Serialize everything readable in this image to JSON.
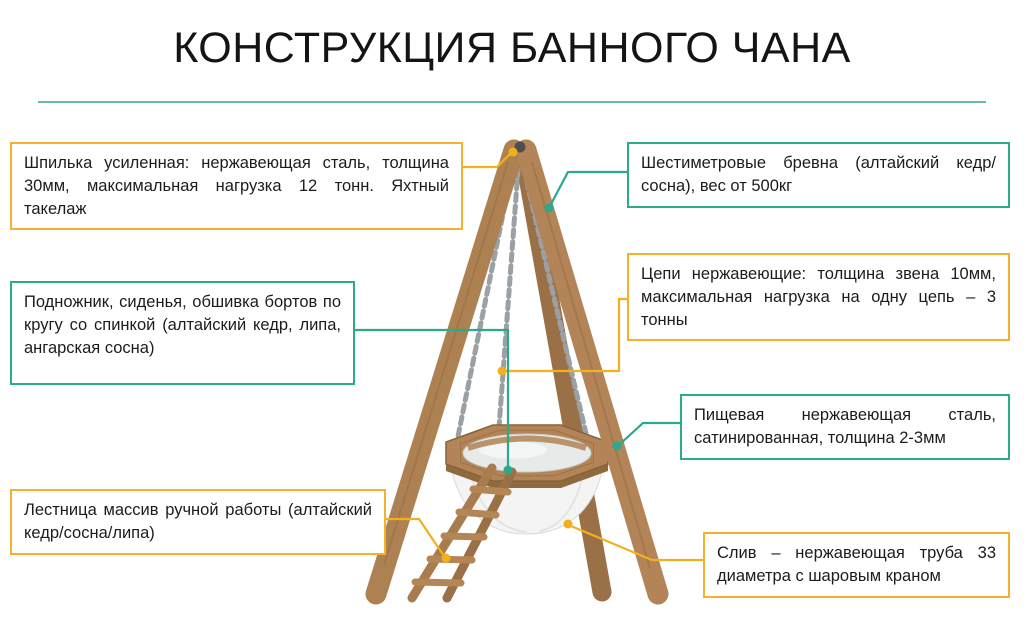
{
  "title": "КОНСТРУКЦИЯ БАННОГО ЧАНА",
  "colors": {
    "yellow": "#F2B01F",
    "teal": "#2BA98C",
    "divider": "#68BCAE",
    "wood": "#AE8152",
    "wood_dark": "#8A6238",
    "chain": "#9AA0A4",
    "steel": "#F3F4F3"
  },
  "callouts": [
    {
      "id": "shpilka",
      "accent": "yellow",
      "text": "Шпилька усиленная: нержавеющая сталь, толщина 30мм, максимальная нагрузка 12 тонн. Яхтный такелаж"
    },
    {
      "id": "podnozhnik",
      "accent": "teal",
      "text": "Подножник, сиденья, обшивка бортов по кругу со спинкой (алтайский кедр, липа, ангарская сосна)"
    },
    {
      "id": "lestnitsa",
      "accent": "yellow",
      "text": "Лестница массив ручной работы (алтайский кедр/сосна/липа)"
    },
    {
      "id": "brevna",
      "accent": "teal",
      "text": "Шестиметровые бревна (алтайский кедр/сосна), вес от 500кг"
    },
    {
      "id": "tsepi",
      "accent": "yellow",
      "text": "Цепи нержавеющие: толщина звена 10мм, максимальная нагрузка на одну цепь – 3 тонны"
    },
    {
      "id": "stal",
      "accent": "teal",
      "text": "Пищевая нержавеющая сталь, сатинированная, толщина 2-3мм"
    },
    {
      "id": "sliv",
      "accent": "yellow",
      "text": "Слив – нержавеющая труба 33 диаметра с шаровым краном"
    }
  ]
}
